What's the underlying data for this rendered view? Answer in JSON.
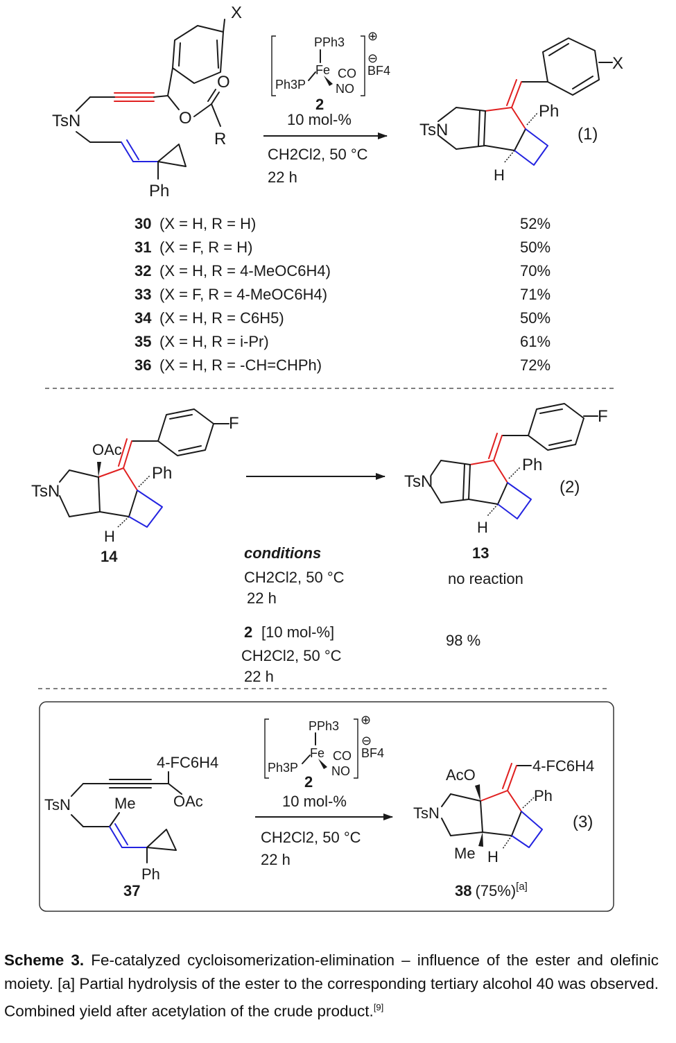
{
  "eq1": {
    "catalyst": {
      "pph3": "PPh3",
      "fe": "Fe",
      "co": "CO",
      "ph3p": "Ph3P",
      "no": "NO",
      "charge": "⊕",
      "anion_charge": "⊖",
      "anion": "BF4",
      "number": "2"
    },
    "loading": "10 mol-%",
    "solvent": "CH2Cl2, 50 °C",
    "time": "22 h",
    "number": "(1)",
    "sm_labels": {
      "x": "X",
      "o1": "O",
      "o2": "O",
      "r": "R",
      "tsn": "TsN",
      "ph": "Ph"
    },
    "product_labels": {
      "x": "X",
      "ph": "Ph",
      "tsn": "TsN",
      "h": "H"
    },
    "entries": [
      {
        "id": "30",
        "cond": "(X = H, R = H)",
        "yield": "52%"
      },
      {
        "id": "31",
        "cond": "(X = F, R = H)",
        "yield": "50%"
      },
      {
        "id": "32",
        "cond": "(X = H, R = 4-MeOC6H4)",
        "yield": "70%"
      },
      {
        "id": "33",
        "cond": "(X = F, R = 4-MeOC6H4)",
        "yield": "71%"
      },
      {
        "id": "34",
        "cond": "(X = H, R = C6H5)",
        "yield": "50%"
      },
      {
        "id": "35",
        "cond": "(X = H, R = i-Pr)",
        "yield": "61%"
      },
      {
        "id": "36",
        "cond": "(X = H, R = -CH=CHPh)",
        "yield": "72%"
      }
    ]
  },
  "eq2": {
    "sm_labels": {
      "oac": "OAc",
      "f": "F",
      "ph": "Ph",
      "tsn": "TsN",
      "h": "H",
      "id": "14"
    },
    "product_labels": {
      "f": "F",
      "ph": "Ph",
      "tsn": "TsN",
      "h": "H",
      "id": "13"
    },
    "number": "(2)",
    "conditions_header": "conditions",
    "rows": [
      {
        "line1": "CH2Cl2, 50 °C",
        "line2": "22 h",
        "result": "no reaction"
      },
      {
        "cat": "2",
        "loading": "[10 mol-%]",
        "line1": "CH2Cl2, 50 °C",
        "line2": "22 h",
        "result": "98 %"
      }
    ]
  },
  "eq3": {
    "sm_labels": {
      "aryl": "4-FC6H4",
      "oac": "OAc",
      "me": "Me",
      "tsn": "TsN",
      "ph": "Ph",
      "id": "37"
    },
    "catalyst": {
      "pph3": "PPh3",
      "fe": "Fe",
      "co": "CO",
      "ph3p": "Ph3P",
      "no": "NO",
      "charge": "⊕",
      "anion_charge": "⊖",
      "anion": "BF4",
      "number": "2"
    },
    "loading": "10 mol-%",
    "solvent": "CH2Cl2, 50 °C",
    "time": "22 h",
    "number": "(3)",
    "product_labels": {
      "aco": "AcO",
      "aryl": "4-FC6H4",
      "ph": "Ph",
      "tsn": "TsN",
      "me": "Me",
      "h": "H"
    },
    "product_id": "38",
    "product_yield": "(75%)",
    "product_note": "[a]"
  },
  "caption": {
    "label": "Scheme 3.",
    "text": "Fe-catalyzed cycloisomerization-elimination – influence of the ester and olefinic moiety. [a] Partial hydrolysis of the ester to the corresponding tertiary alcohol 40 was observed. Combined yield after acetylation of the crude product.",
    "ref": "[9]"
  }
}
